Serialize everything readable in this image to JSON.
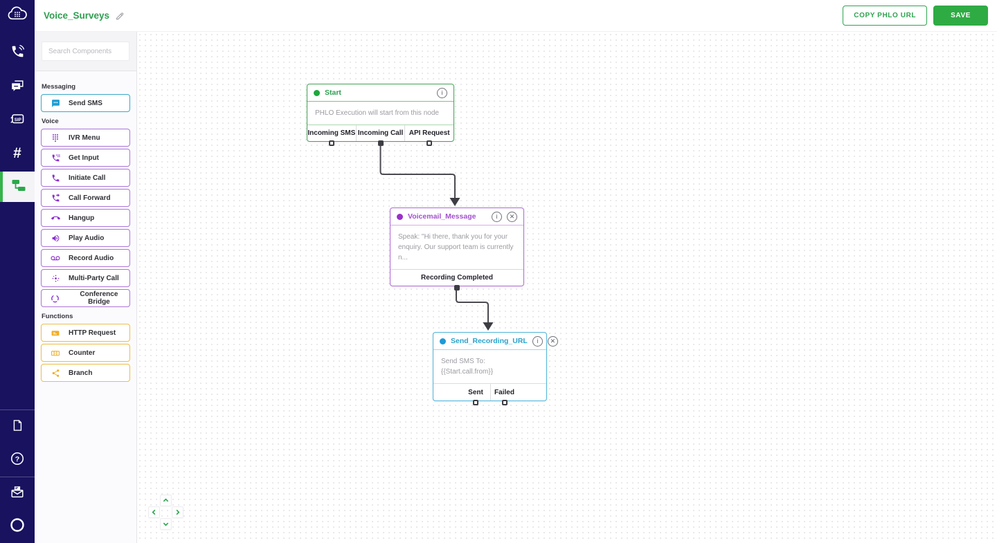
{
  "header": {
    "title": "Voice_Surveys",
    "copy_button": "COPY PHLO URL",
    "save_button": "SAVE"
  },
  "colors": {
    "brand_green": "#2e9e4f",
    "sidebar_navy": "#18125f",
    "voice_purple": "#9b30c8",
    "messaging_teal": "#1e9ad6",
    "functions_orange": "#eab73c"
  },
  "sidebar": {
    "items": [
      {
        "name": "plivo-logo"
      },
      {
        "name": "voice"
      },
      {
        "name": "messaging"
      },
      {
        "name": "sip-trunking"
      },
      {
        "name": "phone-numbers"
      },
      {
        "name": "phlo",
        "active": true
      },
      {
        "name": "docs"
      },
      {
        "name": "help"
      },
      {
        "name": "feedback"
      },
      {
        "name": "account"
      }
    ]
  },
  "panel": {
    "search_placeholder": "Search Components",
    "sections": [
      {
        "label": "Messaging",
        "items": [
          {
            "label": "Send SMS",
            "icon": "sms-chat-icon"
          }
        ]
      },
      {
        "label": "Voice",
        "items": [
          {
            "label": "IVR Menu",
            "icon": "dialpad-icon"
          },
          {
            "label": "Get Input",
            "icon": "phone-input-icon"
          },
          {
            "label": "Initiate Call",
            "icon": "phone-icon"
          },
          {
            "label": "Call Forward",
            "icon": "phone-forward-icon"
          },
          {
            "label": "Hangup",
            "icon": "phone-hangup-icon"
          },
          {
            "label": "Play Audio",
            "icon": "speaker-icon"
          },
          {
            "label": "Record Audio",
            "icon": "voicemail-icon"
          },
          {
            "label": "Multi-Party Call",
            "icon": "multi-party-icon"
          },
          {
            "label": "Conference Bridge",
            "icon": "conference-icon"
          }
        ]
      },
      {
        "label": "Functions",
        "items": [
          {
            "label": "HTTP Request",
            "icon": "http-card-icon"
          },
          {
            "label": "Counter",
            "icon": "counter-icon"
          },
          {
            "label": "Branch",
            "icon": "branch-icon"
          }
        ]
      }
    ]
  },
  "canvas": {
    "nodes": [
      {
        "title": "Start",
        "accent": "#2e9e4f",
        "body": "PHLO Execution will start from this node",
        "outputs": [
          {
            "label": "Incoming SMS",
            "connected": false
          },
          {
            "label": "Incoming Call",
            "connected": true
          },
          {
            "label": "API Request",
            "connected": false
          }
        ]
      },
      {
        "title": "Voicemail_Message",
        "accent": "#9b30c8",
        "body": "Speak: \"Hi there, thank you for your enquiry. Our support team is currently n...",
        "outputs": [
          {
            "label": "Recording Completed",
            "connected": true
          }
        ]
      },
      {
        "title": "Send_Recording_URL",
        "accent": "#1e9ad6",
        "body": "Send SMS To: {{Start.call.from}}",
        "outputs": [
          {
            "label": "Sent",
            "connected": false
          },
          {
            "label": "Failed",
            "connected": false
          }
        ]
      }
    ],
    "connections": [
      {
        "from": "Start.Incoming Call",
        "to": "Voicemail_Message"
      },
      {
        "from": "Voicemail_Message.Recording Completed",
        "to": "Send_Recording_URL"
      }
    ]
  }
}
